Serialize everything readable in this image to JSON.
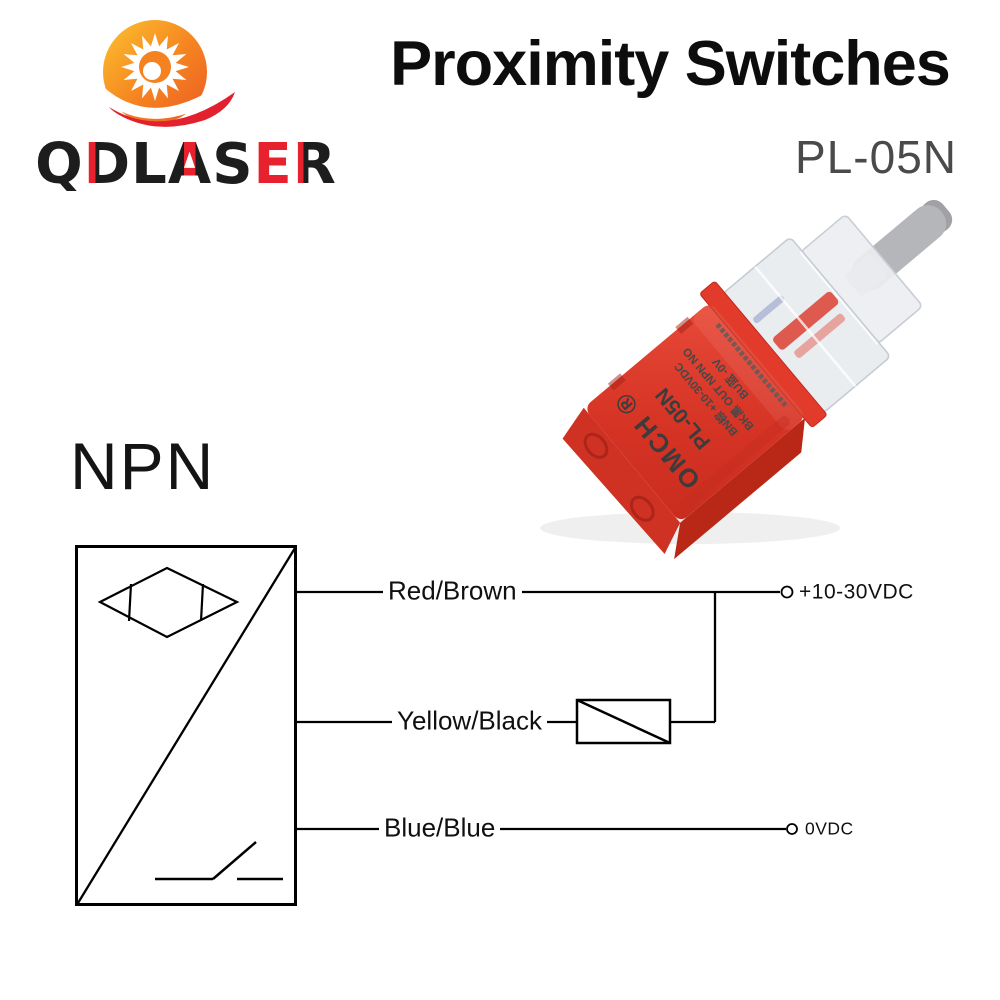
{
  "header": {
    "title": "Proximity Switches",
    "model": "PL-05N"
  },
  "logo": {
    "letters": [
      "Q",
      "D",
      "L",
      "A",
      "S",
      "E",
      "R"
    ],
    "brand_red": "#e8212e",
    "brand_black": "#1d1d1d",
    "sun_orange_top": "#fcc22f",
    "sun_orange_bottom": "#ea5b24"
  },
  "sensor": {
    "brand": "OMCH ®",
    "model": "PL-05N",
    "print_lines": [
      "BN棕 +10-30VDC",
      "BK黑 OUT NPN NO",
      "BU蓝 -0V"
    ],
    "body_color": "#d63425",
    "cable_color": "#b4b6b9"
  },
  "diagram": {
    "type_label": "NPN",
    "wire_labels": {
      "positive": "Red/Brown",
      "output": "Yellow/Black",
      "negative": "Blue/Blue"
    },
    "terminals": {
      "positive": "+10-30VDC",
      "negative": "0VDC"
    },
    "line_color": "#000000"
  }
}
